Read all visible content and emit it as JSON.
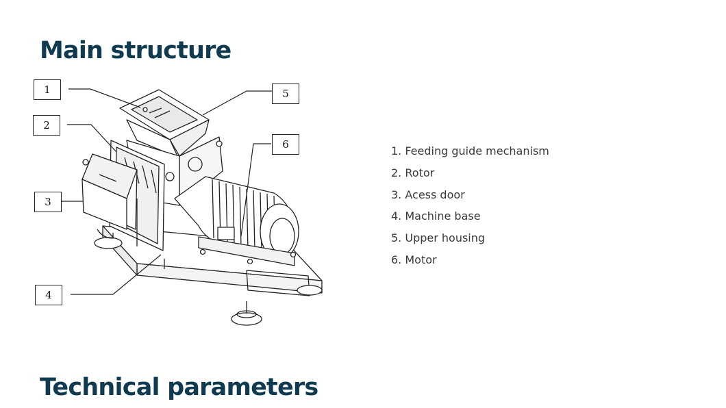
{
  "headings": {
    "main_structure": "Main structure",
    "technical_parameters": "Technical parameters"
  },
  "callouts": [
    "1",
    "2",
    "3",
    "4",
    "5",
    "6"
  ],
  "legend": [
    "1. Feeding guide mechanism",
    "2. Rotor",
    "3. Acess door",
    "4. Machine base",
    "5. Upper housing",
    "6. Motor"
  ],
  "colors": {
    "heading": "#0f3a4f",
    "legend_text": "#3a3a3a",
    "line_art": "#222222"
  }
}
